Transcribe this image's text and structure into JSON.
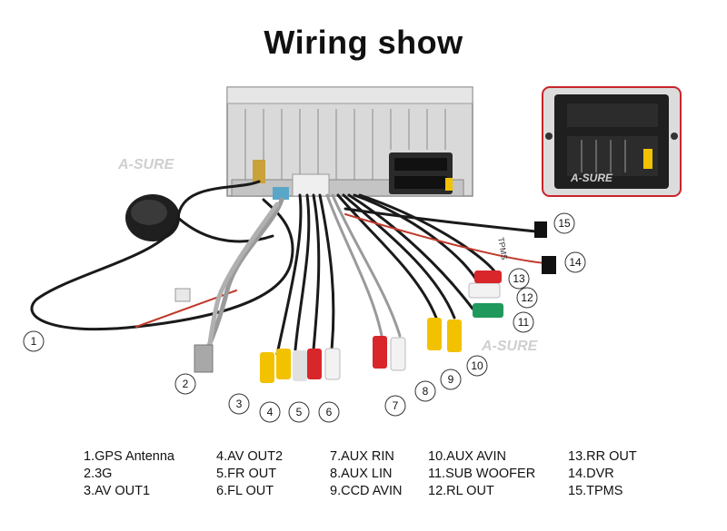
{
  "title": "Wiring show",
  "watermark": "A-SURE",
  "harness_label": "TPMS",
  "callouts": [
    "1",
    "2",
    "3",
    "4",
    "5",
    "6",
    "7",
    "8",
    "9",
    "10",
    "11",
    "12",
    "13",
    "14",
    "15"
  ],
  "legend": [
    [
      "1.GPS Antenna",
      "2.3G",
      "3.AV OUT1"
    ],
    [
      "4.AV OUT2",
      "5.FR OUT",
      "6.FL OUT"
    ],
    [
      "7.AUX RIN",
      "8.AUX LIN",
      "9.CCD AVIN"
    ],
    [
      "10.AUX AVIN",
      "11.SUB WOOFER",
      "12.RL OUT"
    ],
    [
      "13.RR OUT",
      "14.DVR",
      "15.TPMS"
    ]
  ],
  "colors": {
    "rca_yellow": "#f2c200",
    "rca_red": "#d8262a",
    "rca_white": "#f2f2f2",
    "rca_green": "#1f9a5c",
    "cable_black": "#1a1a1a",
    "cable_grey": "#9a9a9a",
    "inset_border": "#c8242a"
  }
}
